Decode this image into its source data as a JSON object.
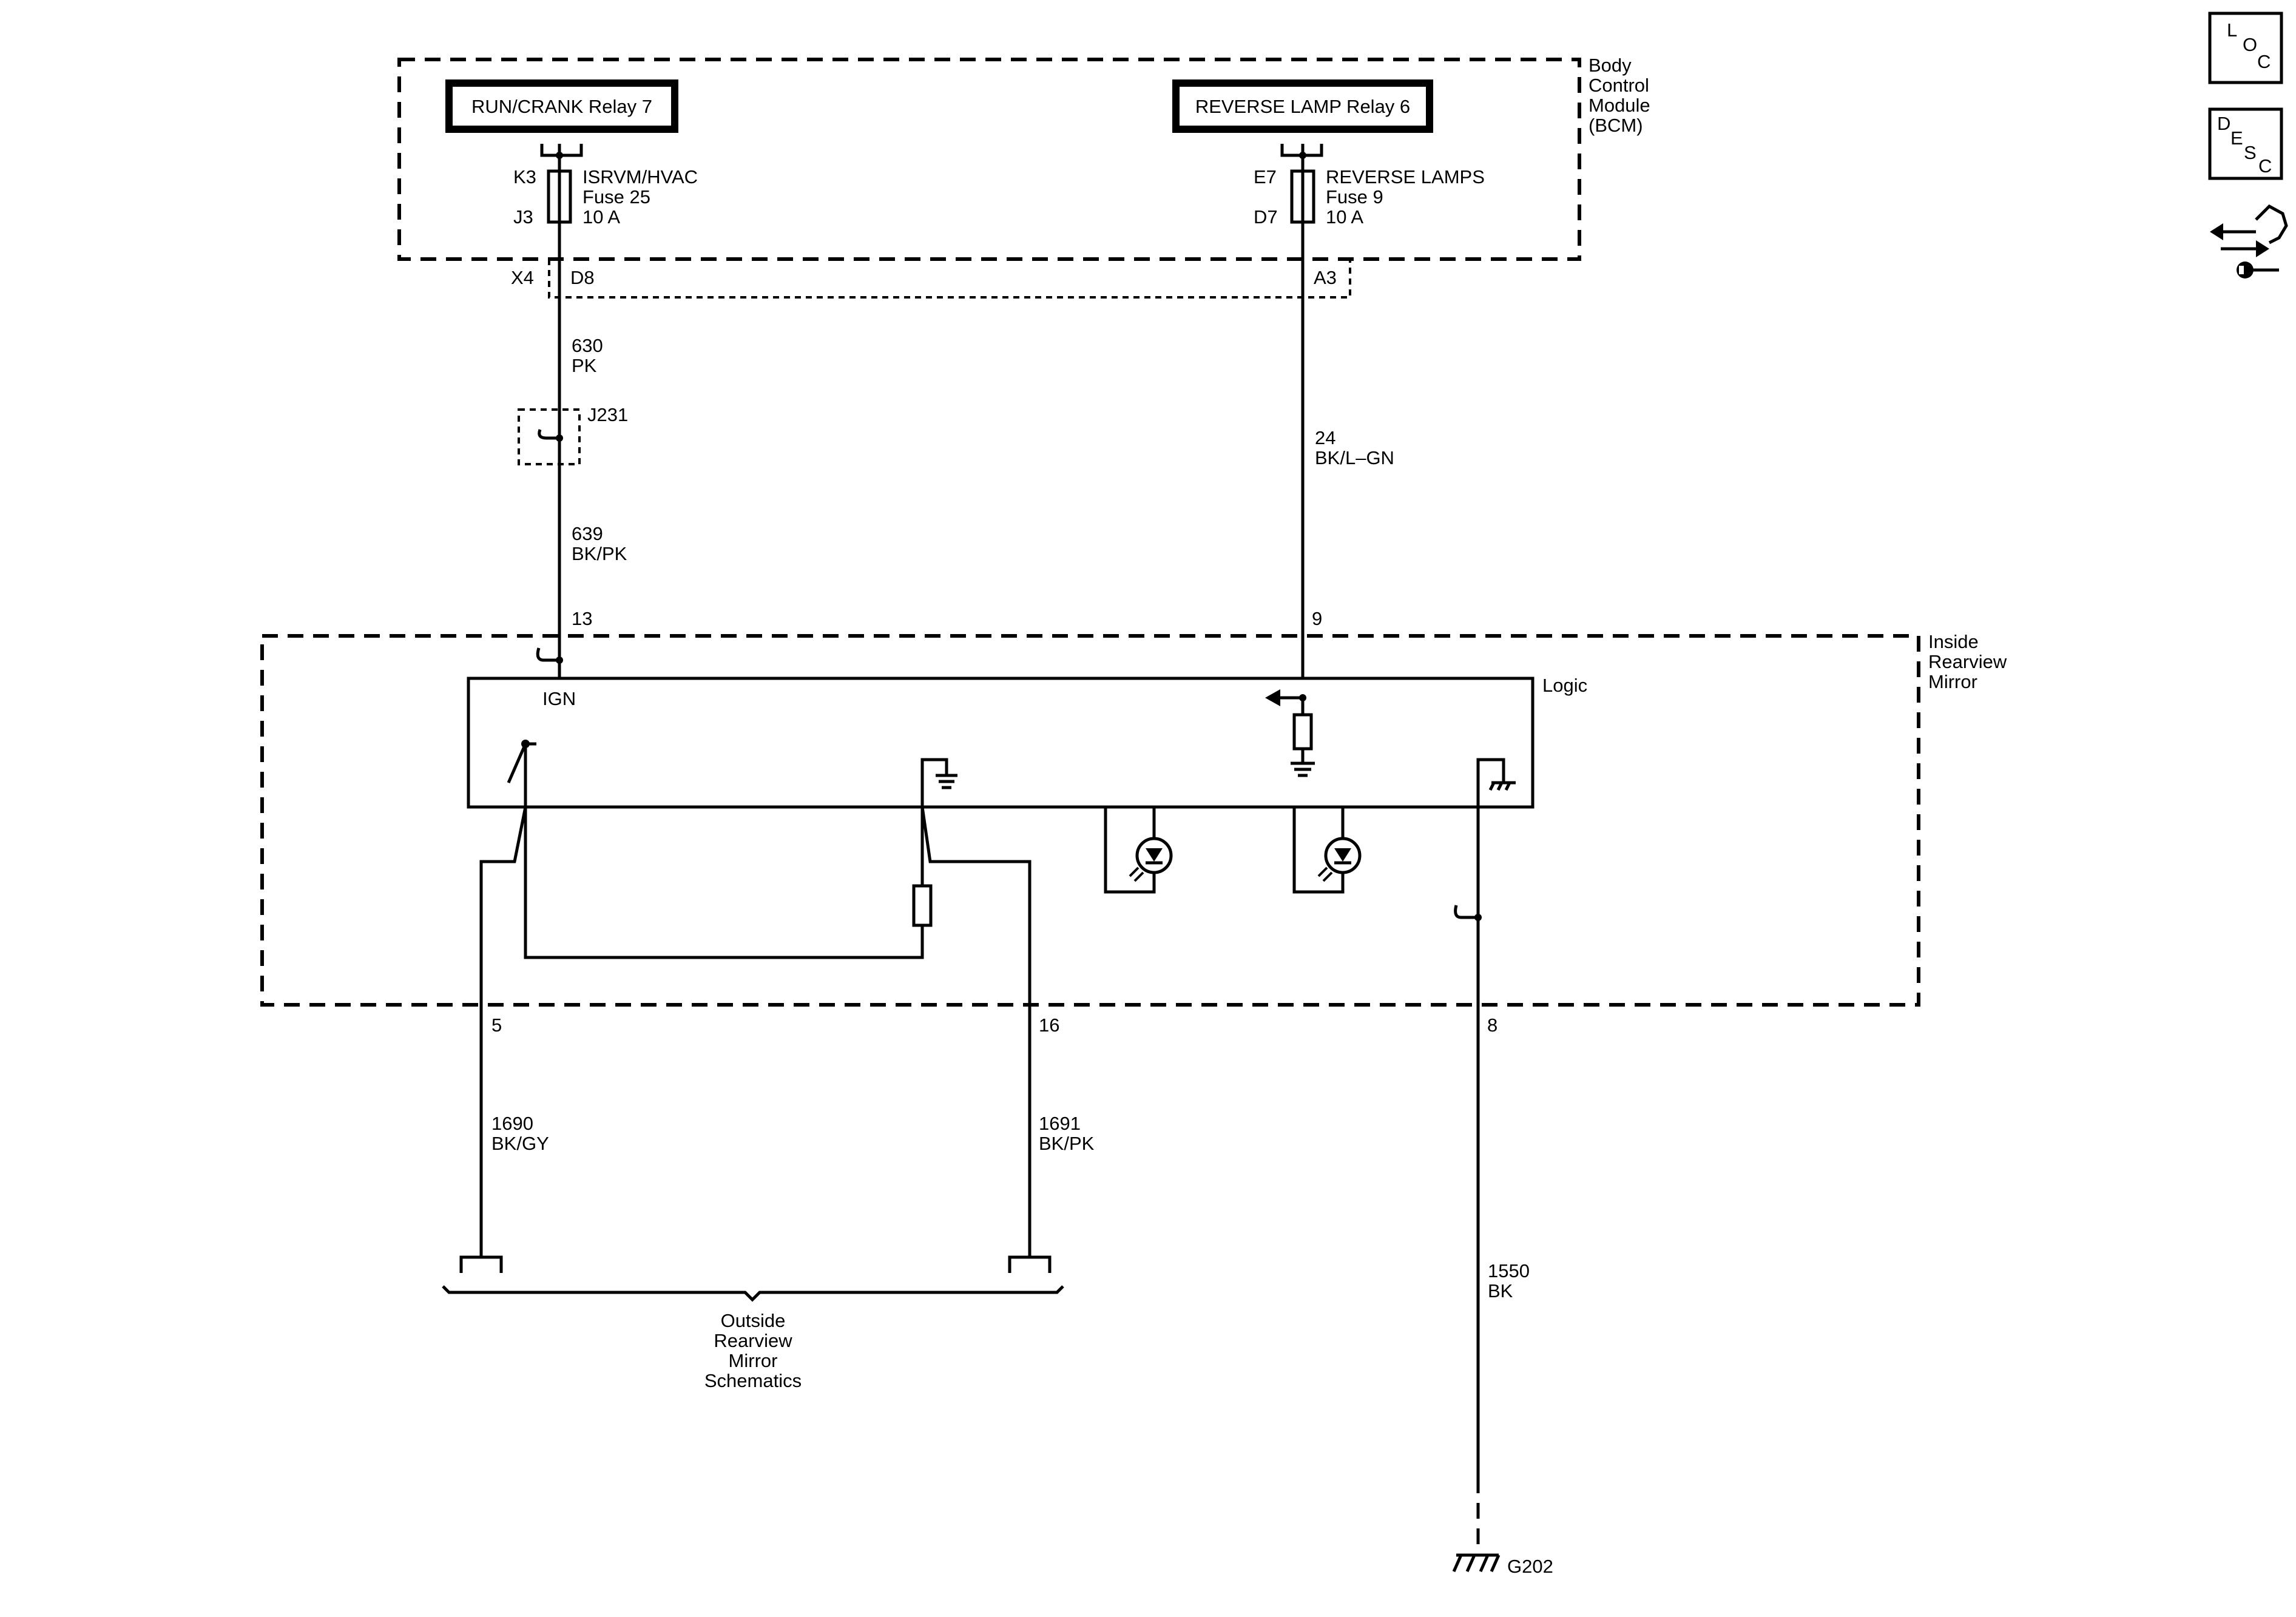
{
  "bcm": {
    "name_lines": [
      "Body",
      "Control",
      "Module",
      "(BCM)"
    ]
  },
  "relays": {
    "run_crank": "RUN/CRANK Relay 7",
    "reverse_lamp": "REVERSE LAMP Relay 6"
  },
  "fuses": {
    "isrvm": {
      "in_pin": "K3",
      "out_pin": "J3",
      "name": "ISRVM/HVAC",
      "fuse": "Fuse 25",
      "rating": "10 A"
    },
    "reverse": {
      "in_pin": "E7",
      "out_pin": "D7",
      "name": "REVERSE LAMPS",
      "fuse": "Fuse 9",
      "rating": "10 A"
    }
  },
  "connector": {
    "name": "X4",
    "pin_left": "D8",
    "pin_right": "A3"
  },
  "wires": {
    "w630": {
      "circuit": "630",
      "color": "PK"
    },
    "w639": {
      "circuit": "639",
      "color": "BK/PK"
    },
    "w24": {
      "circuit": "24",
      "color": "BK/L–GN"
    },
    "w1690": {
      "circuit": "1690",
      "color": "BK/GY"
    },
    "w1691": {
      "circuit": "1691",
      "color": "BK/PK"
    },
    "w1550": {
      "circuit": "1550",
      "color": "BK"
    }
  },
  "splice": {
    "name": "J231"
  },
  "mirror": {
    "name_lines": [
      "Inside",
      "Rearview",
      "Mirror"
    ],
    "logic_label": "Logic",
    "ign_label": "IGN",
    "pins": {
      "p13": "13",
      "p9": "9",
      "p5": "5",
      "p16": "16",
      "p8": "8"
    }
  },
  "outside_mirror": {
    "lines": [
      "Outside",
      "Rearview",
      "Mirror",
      "Schematics"
    ]
  },
  "ground": {
    "name": "G202"
  },
  "side_icons": {
    "loc": [
      "L",
      "O",
      "C"
    ],
    "desc": [
      "D",
      "E",
      "S",
      "C"
    ],
    "repair_icon": "connector-repair-icon"
  }
}
